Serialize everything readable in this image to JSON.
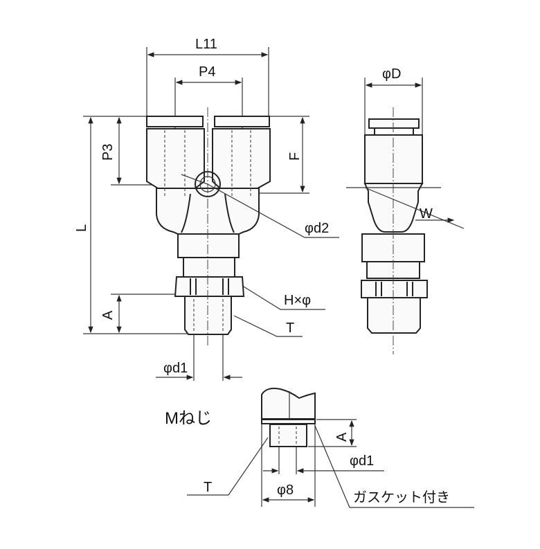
{
  "title": "Y-union fitting dimension drawing",
  "labels": {
    "L11": "L11",
    "P4": "P4",
    "P3": "P3",
    "L": "L",
    "F": "F",
    "A": "A",
    "d2": "φd2",
    "HxPhi": "H×φ",
    "T": "T",
    "d1": "φd1",
    "D": "φD",
    "W": "W"
  },
  "detail": {
    "title": "Mねじ",
    "A": "A",
    "d1": "φd1",
    "phi8": "φ8",
    "T": "T",
    "gasket": "ガスケット付き"
  }
}
